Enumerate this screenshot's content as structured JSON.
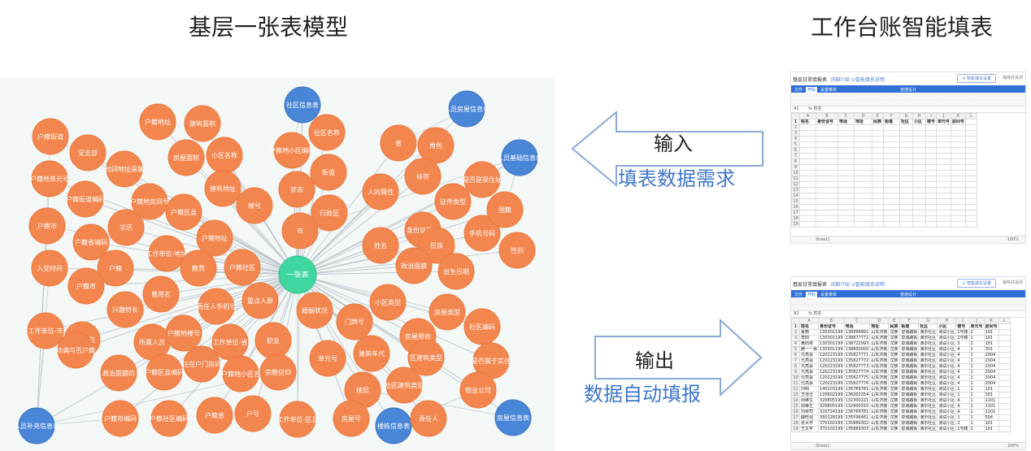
{
  "titles": {
    "left": "基层一张表模型",
    "right": "工作台账智能填表"
  },
  "graph": {
    "center": "一张表",
    "nodes": [
      {
        "t": "社区信息表",
        "b": 1
      },
      {
        "t": "入员房屋信息表",
        "b": 1
      },
      {
        "t": "人员基础信息表",
        "b": 1
      },
      {
        "t": "人员补充信息表",
        "b": 1
      },
      {
        "t": "楼栋信息表",
        "b": 1
      },
      {
        "t": "房屋信息表",
        "b": 1
      },
      {
        "t": "户籍街道"
      },
      {
        "t": "党支部"
      },
      {
        "t": "时间地址采集"
      },
      {
        "t": "户籍地单元号"
      },
      {
        "t": "户籍街道编码"
      },
      {
        "t": "户籍地址"
      },
      {
        "t": "建筑面积"
      },
      {
        "t": "房屋面积"
      },
      {
        "t": "小区名称"
      },
      {
        "t": "户籍地房间号"
      },
      {
        "t": "建筑地址"
      },
      {
        "t": "楼号"
      },
      {
        "t": "户籍区县"
      },
      {
        "t": "户籍市"
      },
      {
        "t": "户籍地址"
      },
      {
        "t": "户籍省编码"
      },
      {
        "t": "学历"
      },
      {
        "t": "工作单位-地址"
      },
      {
        "t": "户籍"
      },
      {
        "t": "户籍社区"
      },
      {
        "t": "籍贯"
      },
      {
        "t": "入党时间"
      },
      {
        "t": "户籍市"
      },
      {
        "t": "曾用名"
      },
      {
        "t": "重点人群"
      },
      {
        "t": "兴趣特长"
      },
      {
        "t": "所属人员"
      },
      {
        "t": "户籍地楼号"
      },
      {
        "t": "工作单位-省"
      },
      {
        "t": "职业"
      },
      {
        "t": "工作单位-市"
      },
      {
        "t": "工作单位"
      },
      {
        "t": "政治面貌的"
      },
      {
        "t": "户籍区县编码"
      },
      {
        "t": "往在户门房间"
      },
      {
        "t": "户籍地小区名"
      },
      {
        "t": "宗教信仰"
      },
      {
        "t": "户籍市编码"
      },
      {
        "t": "户籍社区编码"
      },
      {
        "t": "户籍省"
      },
      {
        "t": "户号"
      },
      {
        "t": "工作单位-区县"
      },
      {
        "t": "户籍地小区编码"
      },
      {
        "t": "社区名称"
      },
      {
        "t": "街道"
      },
      {
        "t": "状态"
      },
      {
        "t": "行政区"
      },
      {
        "t": "市"
      },
      {
        "t": "省"
      },
      {
        "t": "角色"
      },
      {
        "t": "标签"
      },
      {
        "t": "人的属性"
      },
      {
        "t": "是否是现住址"
      },
      {
        "t": "证件类型"
      },
      {
        "t": "身份证号码"
      },
      {
        "t": "手机号码"
      },
      {
        "t": "国籍"
      },
      {
        "t": "姓名"
      },
      {
        "t": "民族"
      },
      {
        "t": "性别"
      },
      {
        "t": "政治面貌"
      },
      {
        "t": "出生日期"
      },
      {
        "t": "婚姻状况"
      },
      {
        "t": "门牌号"
      },
      {
        "t": "小区类型"
      },
      {
        "t": "房屋类型"
      },
      {
        "t": "房屋用途"
      },
      {
        "t": "社区编码"
      },
      {
        "t": "单元号"
      },
      {
        "t": "建筑年代"
      },
      {
        "t": "区建筑类型"
      },
      {
        "t": "是否属于实住"
      },
      {
        "t": "楼层"
      },
      {
        "t": "社区建筑类型"
      },
      {
        "t": "物业公司"
      },
      {
        "t": "房屋号"
      },
      {
        "t": "责任人"
      },
      {
        "t": "责任人手机号"
      },
      {
        "t": "动满与否户籍"
      },
      {
        "t": "常住是否到达"
      }
    ]
  },
  "input_arrow": {
    "label": "输入",
    "desc": "填表数据需求"
  },
  "output_arrow": {
    "label": "输出",
    "desc": "数据自动填报"
  },
  "sheet": {
    "title": "基层日常填报表",
    "links": "详细介绍  ⊙智能填充说明",
    "smart_btn": "⊙ 智能填充设置",
    "save_btn": "保存并关闭",
    "menu_file": "文件",
    "menu_start": "开始",
    "menu_settings": "设置菜单",
    "mode": "普通设计",
    "cell_ref": "A1",
    "formula": "fx 姓名",
    "col_letters": [
      "A",
      "B",
      "C",
      "D",
      "E",
      "F",
      "G",
      "H",
      "I",
      "J",
      "K",
      "L"
    ],
    "headers": [
      "姓名",
      "身份证号",
      "电话",
      "地址",
      "民族",
      "街道",
      "社区",
      "小区",
      "楼号",
      "单元号",
      "房间号"
    ],
    "sheet_tab": "Sheet1",
    "zoom": "100%"
  },
  "filled_rows": [
    [
      "曹丽",
      "130301199",
      "138999991",
      "山东济南",
      "汉族",
      "泉城路街",
      "演示社区",
      "测试小区",
      "1号楼",
      "2",
      "101"
    ],
    [
      "李四",
      "130301199",
      "138877772",
      "山东济南",
      "汉族",
      "泉城路街",
      "演示社区",
      "测试小区",
      "2号楼",
      "1",
      "101"
    ],
    [
      "黄的将",
      "130301199",
      "138722993",
      "山东济南",
      "汉族",
      "泉城路街",
      "演示社区",
      "测试小区",
      "3",
      "1",
      "101"
    ],
    [
      "腾一一那",
      "130301199",
      "138800000",
      "山东济南",
      "汉族",
      "泉城路街",
      "演示社区",
      "测试小区",
      "4",
      "1",
      "301"
    ],
    [
      "元亮会",
      "120223199",
      "135827771",
      "山东济南",
      "汉族",
      "泉城路街",
      "演示社区",
      "测试小区",
      "4",
      "1",
      "2004"
    ],
    [
      "元亮会",
      "120223199",
      "135827772",
      "山东济南",
      "汉族",
      "泉城路街",
      "演示社区",
      "测试小区",
      "4",
      "1",
      "2004"
    ],
    [
      "元亮会",
      "120223199",
      "135827773",
      "山东济南",
      "汉族",
      "泉城路街",
      "演示社区",
      "测试小区",
      "4",
      "1",
      "2004"
    ],
    [
      "元亮会",
      "120223199",
      "135827774",
      "山东济南",
      "汉族",
      "泉城路街",
      "演示社区",
      "测试小区",
      "4",
      "1",
      "2004"
    ],
    [
      "元亮会",
      "120223199",
      "135827775",
      "山东济南",
      "汉族",
      "泉城路街",
      "演示社区",
      "测试小区",
      "4",
      "1",
      "2004"
    ],
    [
      "元亮会",
      "120223199",
      "135827776",
      "山东济南",
      "汉族",
      "泉城路街",
      "演示社区",
      "测试小区",
      "4",
      "1",
      "2004"
    ],
    [
      "刘明",
      "140103199",
      "135769781",
      "山东济南",
      "汉族",
      "泉城路街",
      "演示社区",
      "测试小区",
      "1",
      "1",
      "101"
    ],
    [
      "王佳仕",
      "120602199",
      "136002254",
      "山东济南",
      "汉族",
      "泉城路街",
      "演示社区",
      "测试小区",
      "1",
      "1",
      "301"
    ],
    [
      "周维生",
      "320805199",
      "132300221",
      "山东济南",
      "汉族",
      "泉城路街",
      "演示社区",
      "测试小区",
      "A",
      "1",
      "1101"
    ],
    [
      "周维生",
      "320805199",
      "132900310",
      "山东济南",
      "汉族",
      "泉城路街",
      "演示社区",
      "测试小区",
      "A",
      "1",
      "1101"
    ],
    [
      "刘将司",
      "320724199",
      "136769781",
      "山东济南",
      "汉族",
      "泉城路街",
      "演示社区",
      "测试小区",
      "A",
      "1",
      "1101"
    ],
    [
      "薛旺强",
      "350128199",
      "135596461",
      "山东济南",
      "汉族",
      "泉城路街",
      "演示社区",
      "测试小区",
      "1",
      "1",
      "504"
    ],
    [
      "张大宇",
      "370102199",
      "135889302",
      "山东济南",
      "汉族",
      "泉城路街",
      "演示社区",
      "测试小区",
      "2",
      "1",
      "101"
    ],
    [
      "王文宇",
      "370102199",
      "135889303",
      "山东济南",
      "汉族",
      "泉城路街",
      "演示社区",
      "测试小区",
      "1号楼",
      "2",
      "101"
    ]
  ]
}
